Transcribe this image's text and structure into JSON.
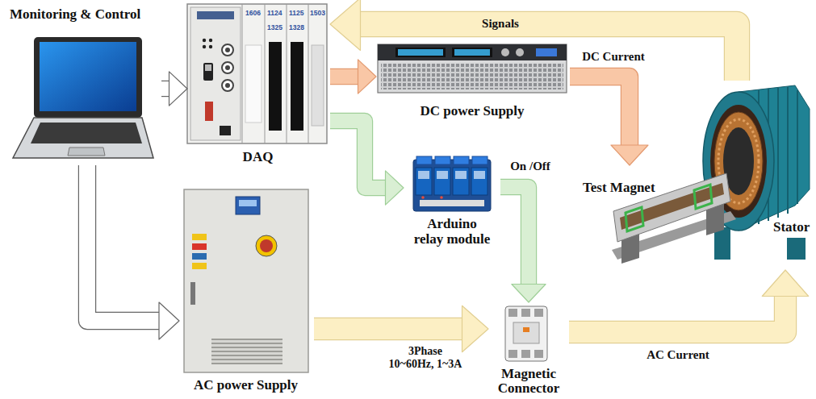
{
  "diagram": {
    "nodes": [
      {
        "text": [
          "Monitoring & Control"
        ]
      },
      {
        "text": [
          "DAQ"
        ]
      },
      {
        "text": [
          "DC power Supply"
        ]
      },
      {
        "text": [
          "Arduino relay module"
        ]
      },
      {
        "text": [
          "AC power Supply"
        ]
      },
      {
        "text": [
          "Magnetic Connector"
        ]
      },
      {
        "text": [
          "Test Magnet"
        ]
      },
      {
        "text": [
          "Stator"
        ]
      }
    ],
    "edges": [
      {
        "from": 0,
        "to": 1,
        "arrow": "to"
      },
      {
        "from": 0,
        "to": 4,
        "arrow": "to"
      },
      {
        "from": 1,
        "to": 2,
        "arrow": "to"
      },
      {
        "from": 1,
        "to": 3,
        "arrow": "to"
      },
      {
        "from": 3,
        "to": 5,
        "label": "On /Off",
        "arrow": "to"
      },
      {
        "from": 2,
        "to": 6,
        "label": "DC Current",
        "arrow": "to"
      },
      {
        "from": 4,
        "to": 5,
        "label": "3Phase 10~60Hz, 1~3A",
        "arrow": "to"
      },
      {
        "from": 5,
        "to": 7,
        "label": "AC Current",
        "arrow": "to"
      },
      {
        "from": 7,
        "to": 1,
        "label": "Signals",
        "arrow": "to"
      }
    ],
    "labels": [
      "1606",
      "1124",
      "1125",
      "1503",
      "1325",
      "1328"
    ]
  }
}
